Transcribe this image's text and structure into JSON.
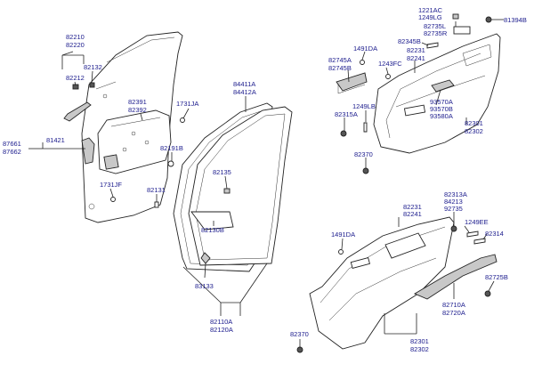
{
  "labels": {
    "l82210": "82210",
    "l82220": "82220",
    "l82212": "82212",
    "l82132": "82132",
    "l87661": "87661",
    "l87662": "87662",
    "l81421": "81421",
    "l82391": "82391",
    "l82392": "82392",
    "l1731JA": "1731JA",
    "l82191B": "82191B",
    "l1731JF": "1731JF",
    "l82131": "82131",
    "l84411A": "84411A",
    "l84412A": "84412A",
    "l82135": "82135",
    "l82130B": "82130B",
    "l83133": "83133",
    "l82110A": "82110A",
    "l82120A": "82120A",
    "l1221AC": "1221AC",
    "l1249LG": "1249LG",
    "l82735L": "82735L",
    "l82735R": "82735R",
    "l81394B": "81394B",
    "l82345B": "82345B",
    "l1491DA_top": "1491DA",
    "l82745A": "82745A",
    "l82745B": "82745B",
    "l1243FC": "1243FC",
    "l82231_top": "82231",
    "l82241_top": "82241",
    "l82315A": "82315A",
    "l1249LB": "1249LB",
    "l93570A": "93570A",
    "l93570B": "93570B",
    "l93580A": "93580A",
    "l82301_top": "82301",
    "l82302_top": "82302",
    "l82370_top": "82370",
    "l82231_bot": "82231",
    "l82241_bot": "82241",
    "l82313A": "82313A",
    "l84213": "84213",
    "l92735": "92735",
    "l1249EE": "1249EE",
    "l1491DA_bot": "1491DA",
    "l82314": "82314",
    "l82725B": "82725B",
    "l82710A": "82710A",
    "l82720A": "82720A",
    "l82370_bot": "82370",
    "l82301_bot": "82301",
    "l82302_bot": "82302"
  }
}
